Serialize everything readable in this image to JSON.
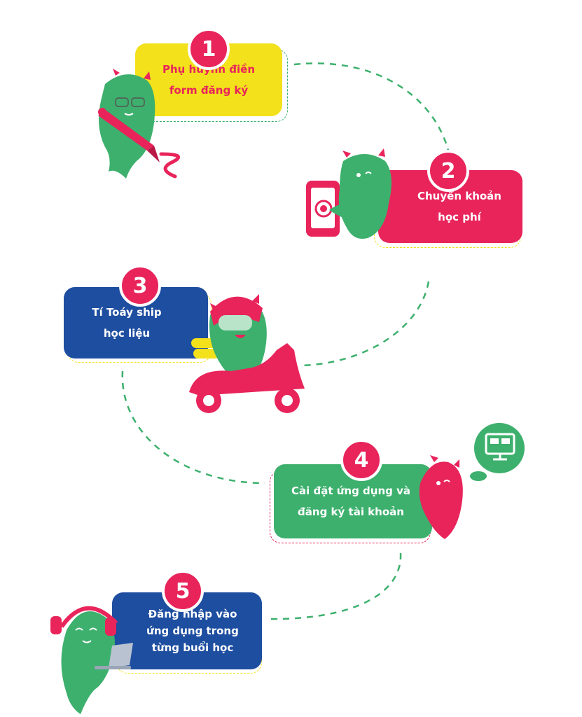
{
  "colors": {
    "yellow": "#f2e11b",
    "pink": "#e8245b",
    "blue": "#1e4ea0",
    "green": "#3db06d",
    "path": "#3db06d",
    "white": "#ffffff"
  },
  "steps": [
    {
      "number": "1",
      "label": "Phụ huynh điền\nform đăng ký"
    },
    {
      "number": "2",
      "label": "Chuyển khoản\nhọc phí"
    },
    {
      "number": "3",
      "label": "Tí Toáy ship\nhọc liệu"
    },
    {
      "number": "4",
      "label": "Cài đặt ứng dụng và\nđăng ký tài khoản"
    },
    {
      "number": "5",
      "label": "Đăng nhập vào\nứng dụng trong\ntừng buổi học"
    }
  ],
  "icons": [
    "monster-pen-icon",
    "monster-phone-icon",
    "monster-scooter-icon",
    "monster-computer-icon",
    "monster-headphones-laptop-icon"
  ]
}
